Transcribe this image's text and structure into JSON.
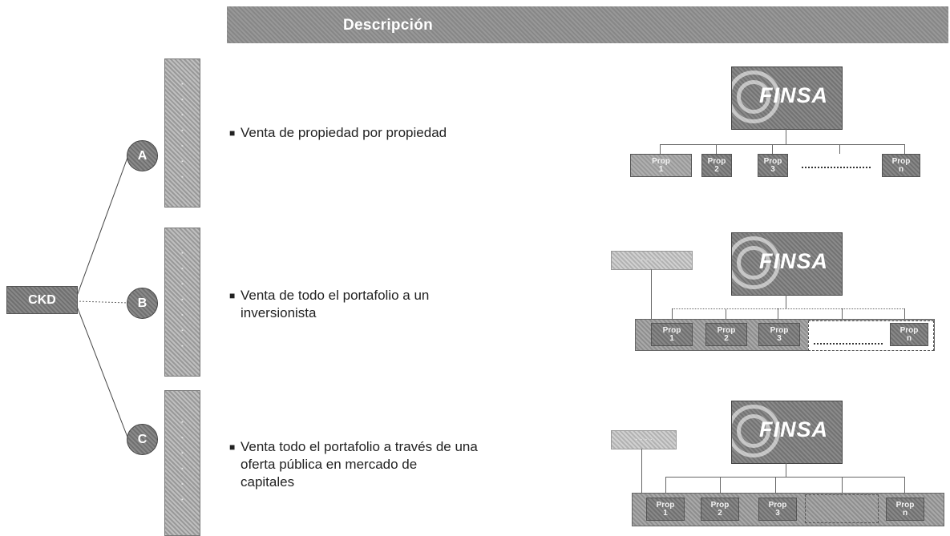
{
  "header": {
    "title": "Descripción"
  },
  "root": {
    "label": "CKD"
  },
  "options": [
    {
      "letter": "A",
      "tab_label": "· · · · · · ·",
      "description": "Venta de propiedad por propiedad",
      "diagram": {
        "logo": "FINSA",
        "properties": [
          {
            "label": "Prop",
            "num": "1"
          },
          {
            "label": "Prop",
            "num": "2"
          },
          {
            "label": "Prop",
            "num": "3"
          },
          {
            "label": "Prop",
            "num": "n"
          }
        ]
      }
    },
    {
      "letter": "B",
      "tab_label": "· · · · · · ·",
      "description_line1": "Venta de todo el portafolio a un",
      "description_line2": "inversionista",
      "diagram": {
        "logo": "FINSA",
        "external": "· · · · ·",
        "properties": [
          {
            "label": "Prop",
            "num": "1"
          },
          {
            "label": "Prop",
            "num": "2"
          },
          {
            "label": "Prop",
            "num": "3"
          },
          {
            "label": "Prop",
            "num": "n"
          }
        ]
      }
    },
    {
      "letter": "C",
      "tab_label": "· · · · · ·",
      "description_line1": "Venta todo el portafolio a través de una",
      "description_line2": "oferta pública en mercado de",
      "description_line3": "capitales",
      "diagram": {
        "logo": "FINSA",
        "external": "· · · ·",
        "properties": [
          {
            "label": "Prop",
            "num": "1"
          },
          {
            "label": "Prop",
            "num": "2"
          },
          {
            "label": "Prop",
            "num": "3"
          },
          {
            "label": "Prop",
            "num": "n"
          }
        ]
      }
    }
  ],
  "colors": {
    "header": "#8f8f8f",
    "dark_box": "#7a7a7a",
    "tab": "#aaaaaa"
  }
}
